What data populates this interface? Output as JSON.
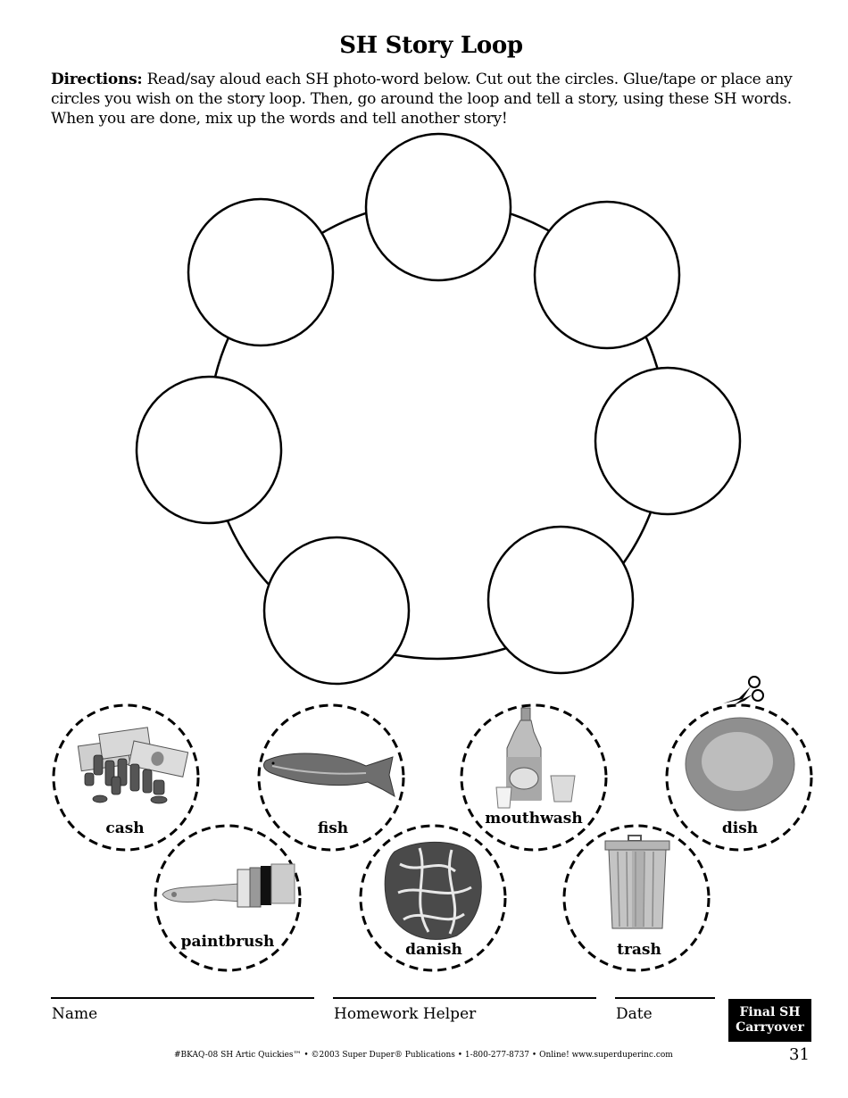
{
  "page": {
    "title": "SH Story Loop",
    "directions_label": "Directions:",
    "directions_text": " Read/say aloud each SH photo-word below.  Cut out the circles.  Glue/tape or place any circles you wish on the story loop.  Then, go around the loop and tell a story, using these SH words.  When you are done, mix up the words and tell another story!"
  },
  "story_loop": {
    "slot_count": 7
  },
  "word_cards": [
    {
      "word": "cash",
      "image": "cash-money-coins"
    },
    {
      "word": "fish",
      "image": "fish"
    },
    {
      "word": "mouthwash",
      "image": "mouthwash-bottle-cups"
    },
    {
      "word": "dish",
      "image": "plate-dish"
    },
    {
      "word": "paintbrush",
      "image": "paintbrush"
    },
    {
      "word": "danish",
      "image": "danish-pastry"
    },
    {
      "word": "trash",
      "image": "trash-can"
    }
  ],
  "cut_icon": "scissors-icon",
  "signature": {
    "name_label": "Name",
    "helper_label": "Homework Helper",
    "date_label": "Date"
  },
  "badge": {
    "line1": "Final SH",
    "line2": "Carryover"
  },
  "footer": {
    "text": "#BKAQ-08 SH Artic Quickies™  •  ©2003 Super Duper® Publications  •  1-800-277-8737  •   Online! www.superduperinc.com",
    "page_number": "31"
  }
}
